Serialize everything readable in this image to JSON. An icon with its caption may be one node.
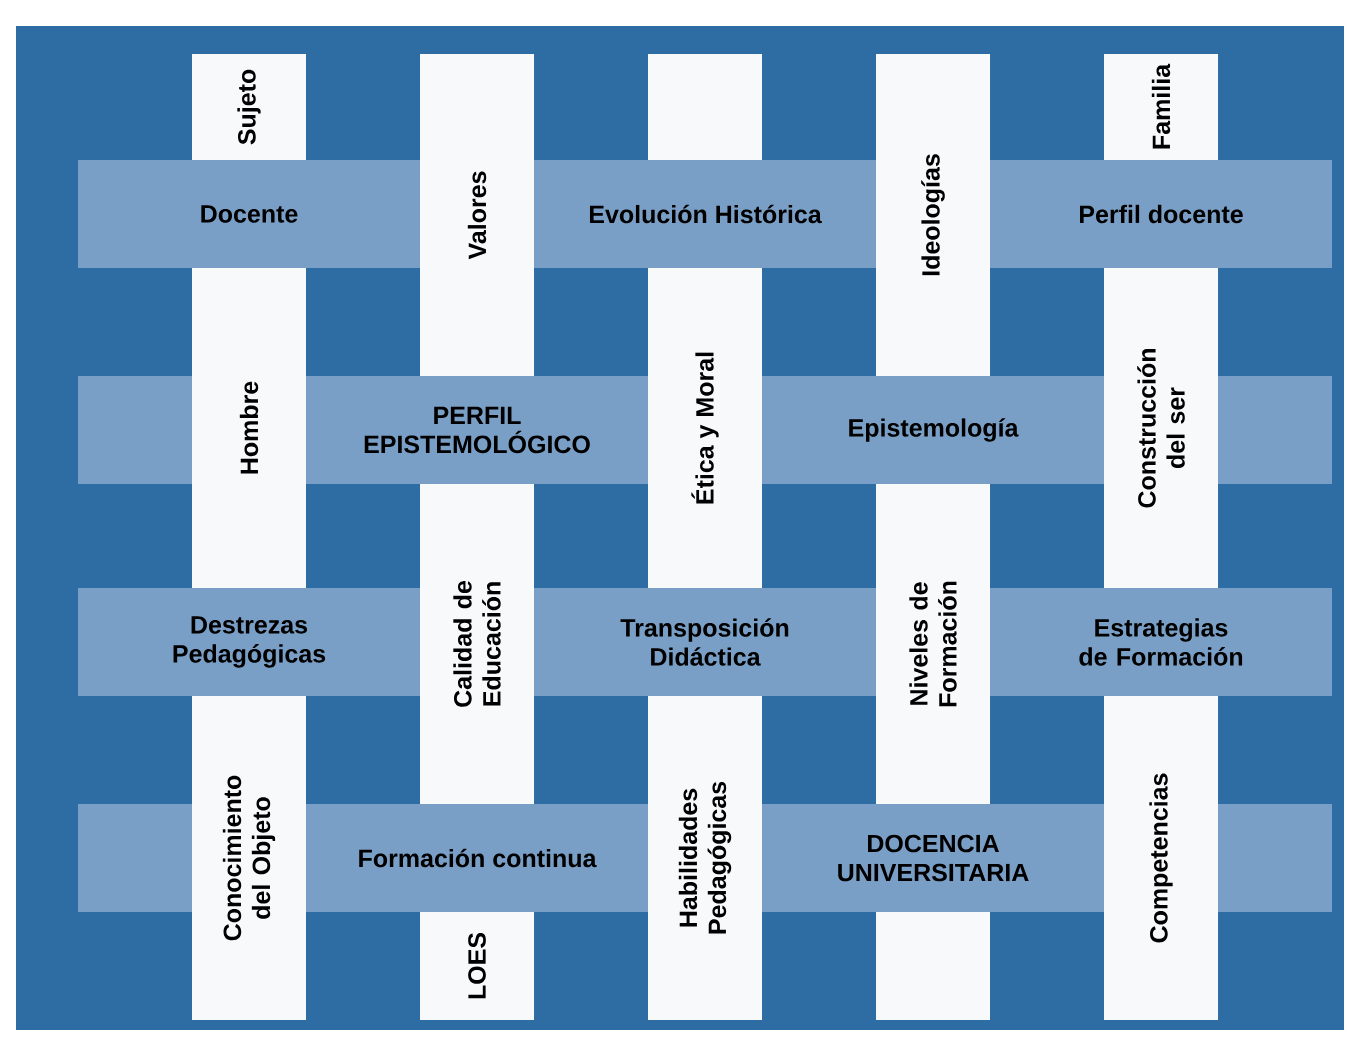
{
  "diagram": {
    "nodes": [
      {
        "text": [
          "Sujeto"
        ]
      },
      {
        "text": [
          "Familia"
        ]
      },
      {
        "text": [
          "Docente"
        ]
      },
      {
        "text": [
          "Valores"
        ]
      },
      {
        "text": [
          "Evolución Histórica"
        ]
      },
      {
        "text": [
          "Ideologías"
        ]
      },
      {
        "text": [
          "Perfil docente"
        ]
      },
      {
        "text": [
          "Hombre"
        ]
      },
      {
        "text": [
          "PERFIL EPISTEMOLÓGICO"
        ]
      },
      {
        "text": [
          "Ética y Moral"
        ]
      },
      {
        "text": [
          "Epistemología"
        ]
      },
      {
        "text": [
          "Construcción del ser"
        ]
      },
      {
        "text": [
          "Destrezas Pedagógicas"
        ]
      },
      {
        "text": [
          "Calidad de Educación"
        ]
      },
      {
        "text": [
          "Transposición Didáctica"
        ]
      },
      {
        "text": [
          "Niveles de Formación"
        ]
      },
      {
        "text": [
          "Estrategias de Formación"
        ]
      },
      {
        "text": [
          "Conocimiento del Objeto"
        ]
      },
      {
        "text": [
          "Formación continua"
        ]
      },
      {
        "text": [
          "Habilidades Pedagógicas"
        ]
      },
      {
        "text": [
          "DOCENCIA UNIVERSITARIA"
        ]
      },
      {
        "text": [
          "Competencias"
        ]
      },
      {
        "text": [
          "LOES"
        ]
      }
    ],
    "edges": []
  }
}
